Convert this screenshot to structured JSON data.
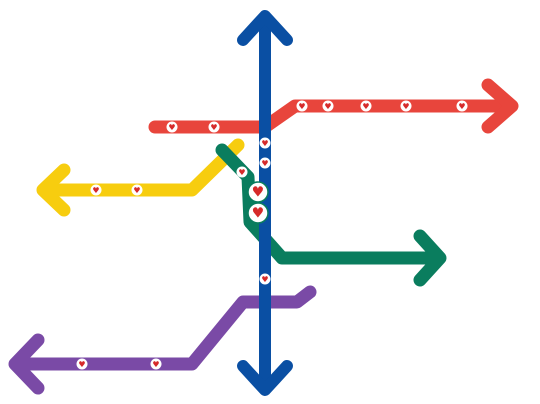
{
  "colors": {
    "background": "#ffffff",
    "heart": "#d62a2a",
    "stop_fill": "#ffffff"
  },
  "icons": {
    "stop": "heart-icon",
    "terminus": "arrow-icon"
  },
  "lines": [
    {
      "id": "blue",
      "color": "#0a4fa3",
      "direction": "north-south",
      "both_ends_arrow": true,
      "stops": 3
    },
    {
      "id": "red",
      "color": "#e8453c",
      "direction": "east",
      "stops": 7
    },
    {
      "id": "yellow",
      "color": "#f7cd0f",
      "direction": "west",
      "stops": 2
    },
    {
      "id": "green",
      "color": "#0a7d5e",
      "direction": "east",
      "stops": 1
    },
    {
      "id": "purple",
      "color": "#7a4aa6",
      "direction": "west",
      "stops": 2
    }
  ],
  "interchanges": 3
}
